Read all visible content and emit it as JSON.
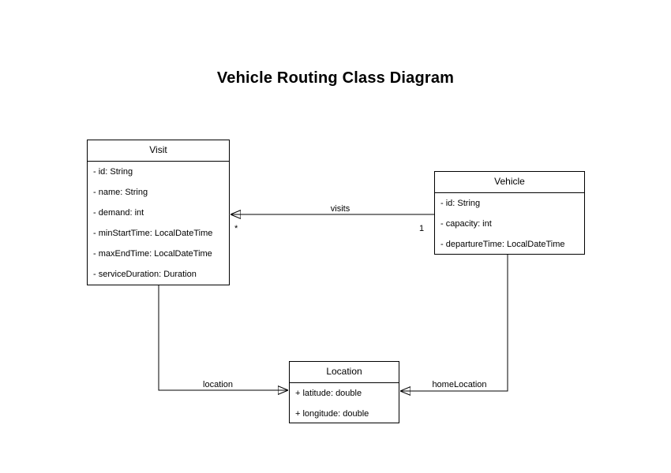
{
  "title": "Vehicle Routing Class Diagram",
  "classes": [
    {
      "name": "Visit",
      "attributes": [
        "- id: String",
        "- name: String",
        "- demand: int",
        "- minStartTime: LocalDateTime",
        "- maxEndTime: LocalDateTime",
        "- serviceDuration: Duration"
      ]
    },
    {
      "name": "Vehicle",
      "attributes": [
        "- id: String",
        "- capacity: int",
        "- departureTime: LocalDateTime"
      ]
    },
    {
      "name": "Location",
      "attributes": [
        "+ latitude: double",
        "+ longitude: double"
      ]
    }
  ],
  "associations": [
    {
      "label": "visits",
      "from": "Vehicle",
      "to": "Visit",
      "source_multiplicity": "1",
      "target_multiplicity": "*"
    },
    {
      "label": "location",
      "from": "Visit",
      "to": "Location"
    },
    {
      "label": "homeLocation",
      "from": "Vehicle",
      "to": "Location"
    }
  ],
  "colors": {
    "background": "#ffffff",
    "box_fill": "#ffffff",
    "box_border": "#000000",
    "line": "#000000",
    "text": "#000000"
  }
}
